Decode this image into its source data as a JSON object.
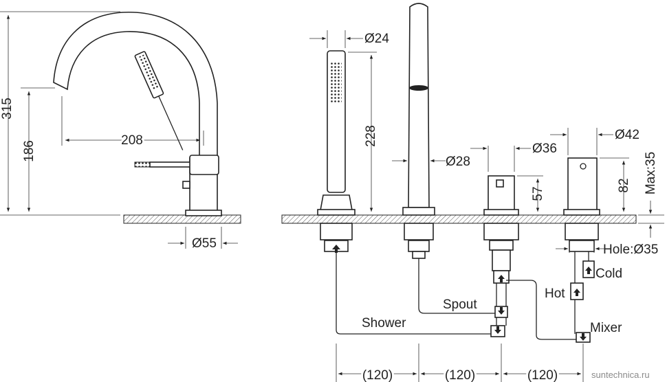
{
  "dimensions": {
    "total_height": "315",
    "spout_height": "186",
    "spout_reach": "208",
    "base_diameter": "Ø55",
    "handshower_diameter": "Ø24",
    "handshower_length": "228",
    "spout_diameter": "Ø28",
    "diverter_diameter": "Ø36",
    "diverter_height": "57",
    "mixer_diameter": "Ø42",
    "mixer_height": "82",
    "max_deck": "Max:35",
    "hole": "Hole:Ø35",
    "spacing_1": "(120)",
    "spacing_2": "(120)",
    "spacing_3": "(120)"
  },
  "labels": {
    "shower": "Shower",
    "spout": "Spout",
    "hot": "Hot",
    "cold": "Cold",
    "mixer": "Mixer"
  },
  "watermark": "suntechnica.ru"
}
